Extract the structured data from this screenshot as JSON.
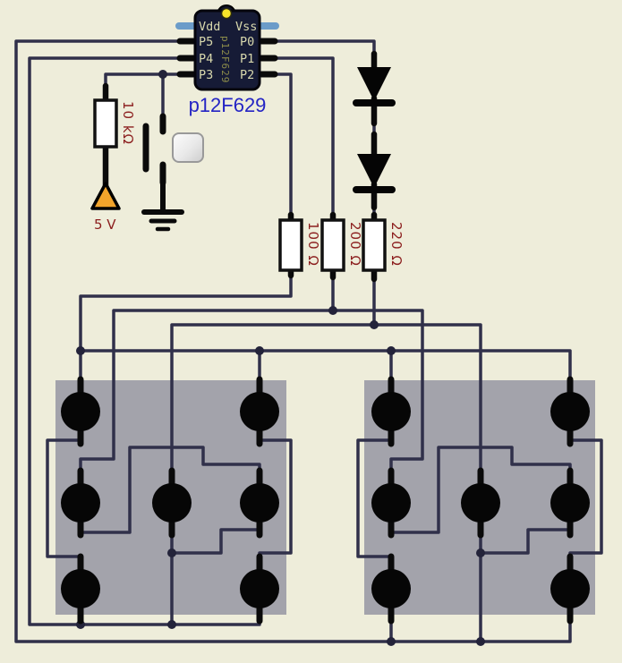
{
  "chip": {
    "pin_vdd": "Vdd",
    "pin_vss": "Vss",
    "pin_p5": "P5",
    "pin_p4": "P4",
    "pin_p3": "P3",
    "pin_p0": "P0",
    "pin_p1": "P1",
    "pin_p2": "P2",
    "package_print": "p12F629",
    "part_label": "p12F629"
  },
  "labels": {
    "pullup_resistor": "10 kΩ",
    "resistor_100": "100 Ω",
    "resistor_200": "200 Ω",
    "resistor_220": "220 Ω",
    "supply": "5 V"
  },
  "colors": {
    "background": "#eeedda",
    "panel_gray": "#a3a3ab",
    "wire": "#30304a",
    "chip_body": "#161b36",
    "chip_pin_text": "#d8d8ad",
    "chip_print_text": "#8b8b4a",
    "part_label_blue": "#2424c4",
    "value_text_maroon": "#8b1d1d",
    "supply_orange": "#f2a42b",
    "rail_pin_blue": "#6b9cc9",
    "led_black": "#060606",
    "indicator_yellow": "#f6e52a"
  }
}
